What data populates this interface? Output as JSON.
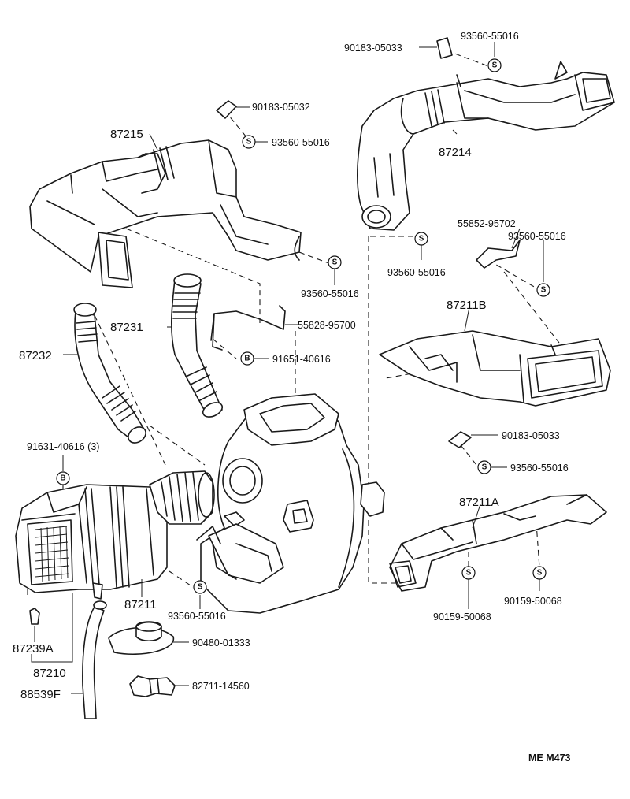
{
  "labels": {
    "p90183_05033_top": "90183-05033",
    "p93560_55016_top": "93560-55016",
    "p90183_05032": "90183-05032",
    "p87215": "87215",
    "p93560_55016_a": "93560-55016",
    "p87214": "87214",
    "p93560_55016_b": "93560-55016",
    "p55852_95702": "55852-95702",
    "p93560_55016_c": "93560-55016",
    "p93560_55016_d": "93560-55016",
    "p87231": "87231",
    "p55828_95700": "55828-95700",
    "p87211B": "87211B",
    "p87232": "87232",
    "p91651_40616": "91651-40616",
    "p91631_40616": "91631-40616 (3)",
    "p90183_05033_mid": "90183-05033",
    "p93560_55016_e": "93560-55016",
    "p87211A": "87211A",
    "p87211": "87211",
    "p93560_55016_f": "93560-55016",
    "p90159_50068_a": "90159-50068",
    "p90159_50068_b": "90159-50068",
    "p87239A": "87239A",
    "p90480_01333": "90480-01333",
    "p87210": "87210",
    "p82711_14560": "82711-14560",
    "p88539F": "88539F",
    "footer_code": "ME  M473"
  },
  "symbols": {
    "screw": "S",
    "bolt": "B"
  },
  "colors": {
    "line": "#1a1a1a",
    "background": "#ffffff"
  }
}
